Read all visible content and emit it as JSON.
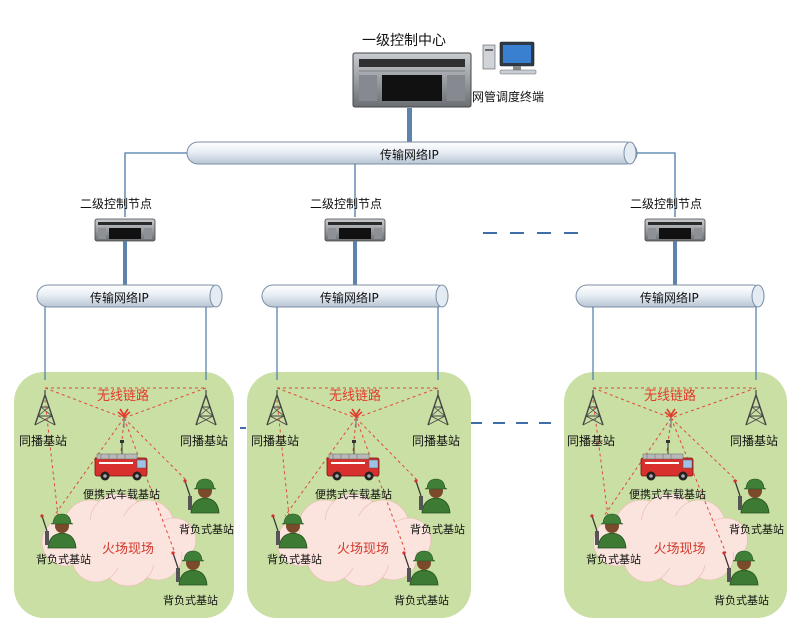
{
  "top": {
    "title": "一级控制中心",
    "terminal_label": "网管调度终端",
    "network_label": "传输网络IP"
  },
  "dashes": "— — — —",
  "clusters": [
    {
      "node_label": "二级控制节点",
      "network_label": "传输网络IP",
      "wireless_label": "无线链路",
      "tower_left_label": "同播基站",
      "tower_right_label": "同播基站",
      "vehicle_label": "便携式车载基站",
      "fire_label": "火场现场",
      "backpack_labels": [
        "背负式基站",
        "背负式基站",
        "背负式基站"
      ]
    },
    {
      "node_label": "二级控制节点",
      "network_label": "传输网络IP",
      "wireless_label": "无线链路",
      "tower_left_label": "同播基站",
      "tower_right_label": "同播基站",
      "vehicle_label": "便携式车载基站",
      "fire_label": "火场现场",
      "backpack_labels": [
        "背负式基站",
        "背负式基站",
        "背负式基站"
      ]
    },
    {
      "node_label": "二级控制节点",
      "network_label": "传输网络IP",
      "wireless_label": "无线链路",
      "tower_left_label": "同播基站",
      "tower_right_label": "同播基站",
      "vehicle_label": "便携式车载基站",
      "fire_label": "火场现场",
      "backpack_labels": [
        "背负式基站",
        "背负式基站",
        "背负式基站"
      ]
    }
  ],
  "colors": {
    "pipe": "#dde6ef",
    "pipe_stroke": "#7b8fa6",
    "blue_line": "#4a79a8",
    "field": "#c9dfa4",
    "cloud": "#fbe3de",
    "red_dash": "#e04a3a"
  }
}
